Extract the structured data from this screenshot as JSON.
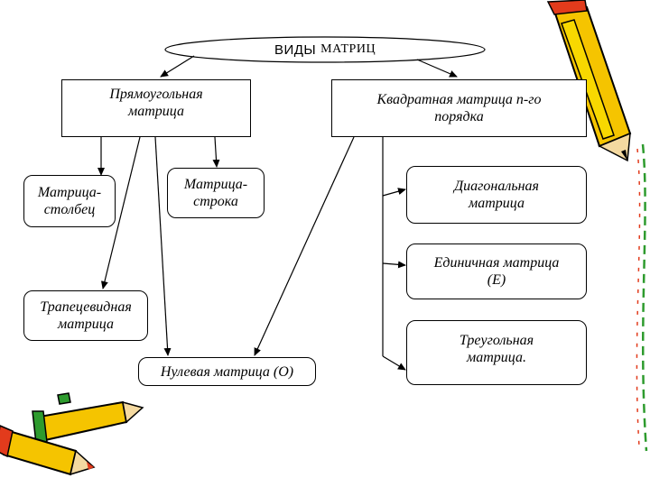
{
  "diagram": {
    "root": {
      "title_part1": "ВИДЫ",
      "title_part2": "МАТРИЦ"
    },
    "nodes": {
      "rectangular": "Прямоугольная\nматрица",
      "square": "Квадратная матрица n-го\nпорядка",
      "column": "Матрица-\nстолбец",
      "row": "Матрица-\nстрока",
      "diagonal": "Диагональная\nматрица",
      "identity": "Единичная матрица\n(Е)",
      "trapezoid": "Трапецевидная\nматрица",
      "zero": "Нулевая матрица (О)",
      "triangular": "Треугольная\nматрица."
    },
    "decorations": {
      "pencil_colors": [
        "#f5c400",
        "#e23b1c",
        "#2e9b2e",
        "#000000"
      ]
    }
  }
}
